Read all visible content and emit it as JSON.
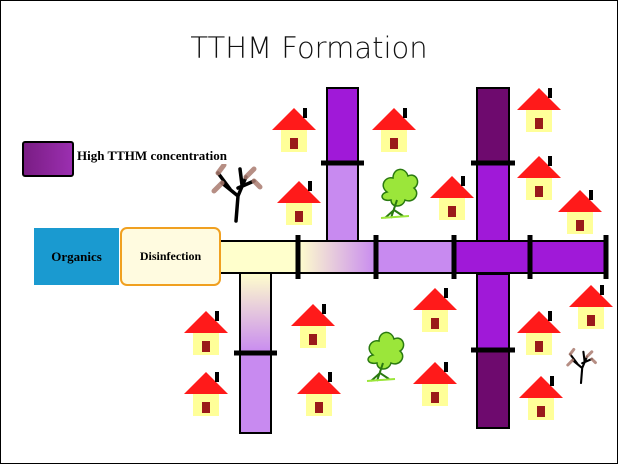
{
  "title": "TTHM Formation",
  "legend": {
    "label": "High TTHM concentration",
    "color": "#8a1f96"
  },
  "source": {
    "label": "Organics",
    "color": "#1a9ad0"
  },
  "treatment": {
    "label": "Disinfection",
    "border_color": "#f0a020"
  },
  "colors": {
    "low": "#ffffcc",
    "mid": "#c88af0",
    "high": "#a019d8",
    "very_high": "#6e0a6e",
    "house_roof": "#ff1a1a",
    "house_wall": "#ffff99",
    "house_door": "#9a1a1a",
    "tree_green": "#9be63a",
    "tree_brown": "#8a5a3a"
  },
  "icons": [
    "house-icon",
    "green-tree-icon",
    "bare-tree-icon"
  ]
}
